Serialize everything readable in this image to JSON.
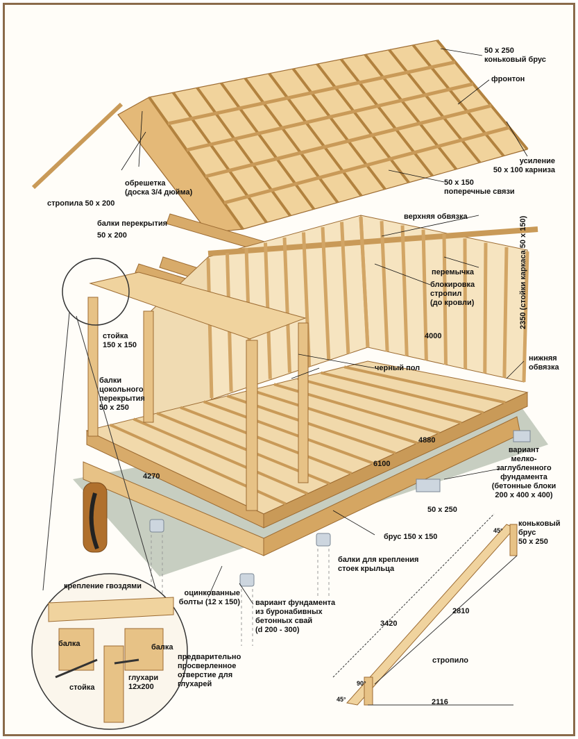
{
  "labels": {
    "ridge_beam": [
      "50 x 250",
      "коньковый брус"
    ],
    "gable": "фронтон",
    "reinforcement": [
      "усиление",
      "50 x 100 карниза"
    ],
    "lathing": [
      "обрешетка",
      "(доска 3/4 дюйма)"
    ],
    "rafters": "стропила 50 x 200",
    "cross_ties": [
      "50 x 150",
      "поперечные связи"
    ],
    "floor_beams": [
      "балки перекрытия",
      "50 x 200"
    ],
    "top_plate": "верхняя обвязка",
    "lintel": "перемычка",
    "rafter_blocking": [
      "блокировка",
      "стропил",
      "(до кровли)"
    ],
    "wall_height": [
      "2350",
      "(стойки каркаса 50 x 150)"
    ],
    "post": [
      "стойка",
      "150 x 150"
    ],
    "plinth_beams": [
      "балки",
      "цокольного",
      "перекрытия",
      "50 x 250"
    ],
    "dim_4000": "4000",
    "bottom_plate": [
      "нижняя",
      "обвязка"
    ],
    "subfloor": "черный пол",
    "dim_4880": "4880",
    "shallow_foundation": [
      "вариант",
      "мелко-",
      "заглубленного",
      "фундамента",
      "(бетонные блоки",
      "200 x 400 x 400)"
    ],
    "dim_6100": "6100",
    "dim_4270": "4270",
    "dim_50x250": "50 x 250",
    "beam_150": "брус 150 x 150",
    "porch_beams": [
      "балки для крепления",
      "стоек крыльца"
    ],
    "nail_fastening": "крепление гвоздями",
    "galvanized_bolts": [
      "оцинкованные",
      "болты (12 x 150)"
    ],
    "pile_foundation": [
      "вариант фундамента",
      "из буронабивных",
      "бетонных свай",
      "(d 200 - 300)"
    ],
    "beam_left": "балка",
    "beam_right": "балка",
    "post_detail": "стойка",
    "lag_screws": [
      "глухари",
      "12x200"
    ],
    "predrilled": [
      "предварительно",
      "просверленное",
      "отверстие для",
      "глухарей"
    ],
    "rafter_detail": {
      "ridge": [
        "коньковый",
        "брус",
        "50 x 250"
      ],
      "angle_top": "45°",
      "angle_mid": "90°",
      "angle_bottom": "45°",
      "dim_3420": "3420",
      "dim_2810": "2810",
      "rafter": "стропило",
      "dim_2116": "2116"
    }
  },
  "colors": {
    "wood": "#e9c98f",
    "wood_dark": "#c99a58",
    "wood_edge": "#9c6b32",
    "ground": "#b9c2b3",
    "concrete": "#cdd6df",
    "frame": "#8a6a4a",
    "line": "#111111"
  }
}
